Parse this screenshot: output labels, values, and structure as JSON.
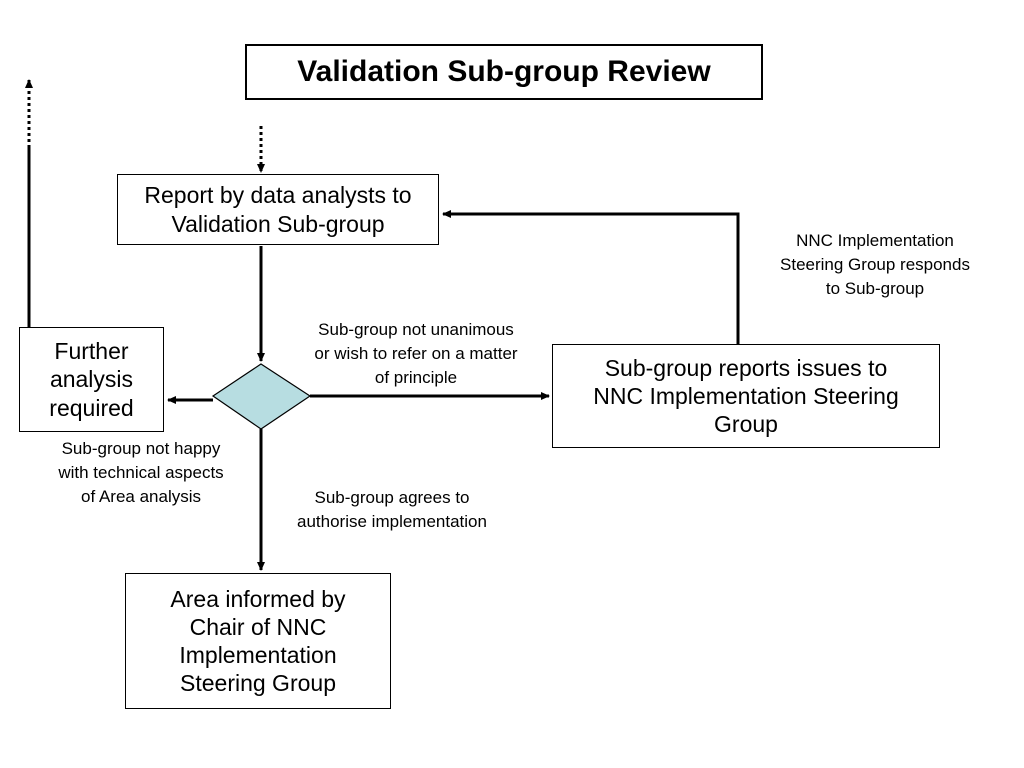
{
  "title": "Validation Sub-group Review",
  "nodes": {
    "report": "Report by data analysts to\nValidation Sub-group",
    "further_analysis": "Further\nanalysis\nrequired",
    "issues": "Sub-group reports issues to\nNNC Implementation Steering\nGroup",
    "area_informed": "Area informed by\nChair of NNC\nImplementation\nSteering Group"
  },
  "edge_labels": {
    "steering_responds": "NNC Implementation\nSteering Group responds\nto Sub-group",
    "not_unanimous": "Sub-group not unanimous\nor wish to refer on a matter\nof principle",
    "not_happy": "Sub-group not happy\nwith technical aspects\nof Area analysis",
    "agrees": "Sub-group agrees to\nauthorise implementation"
  },
  "colors": {
    "decision_fill": "#b7dde1",
    "line": "#000000"
  }
}
